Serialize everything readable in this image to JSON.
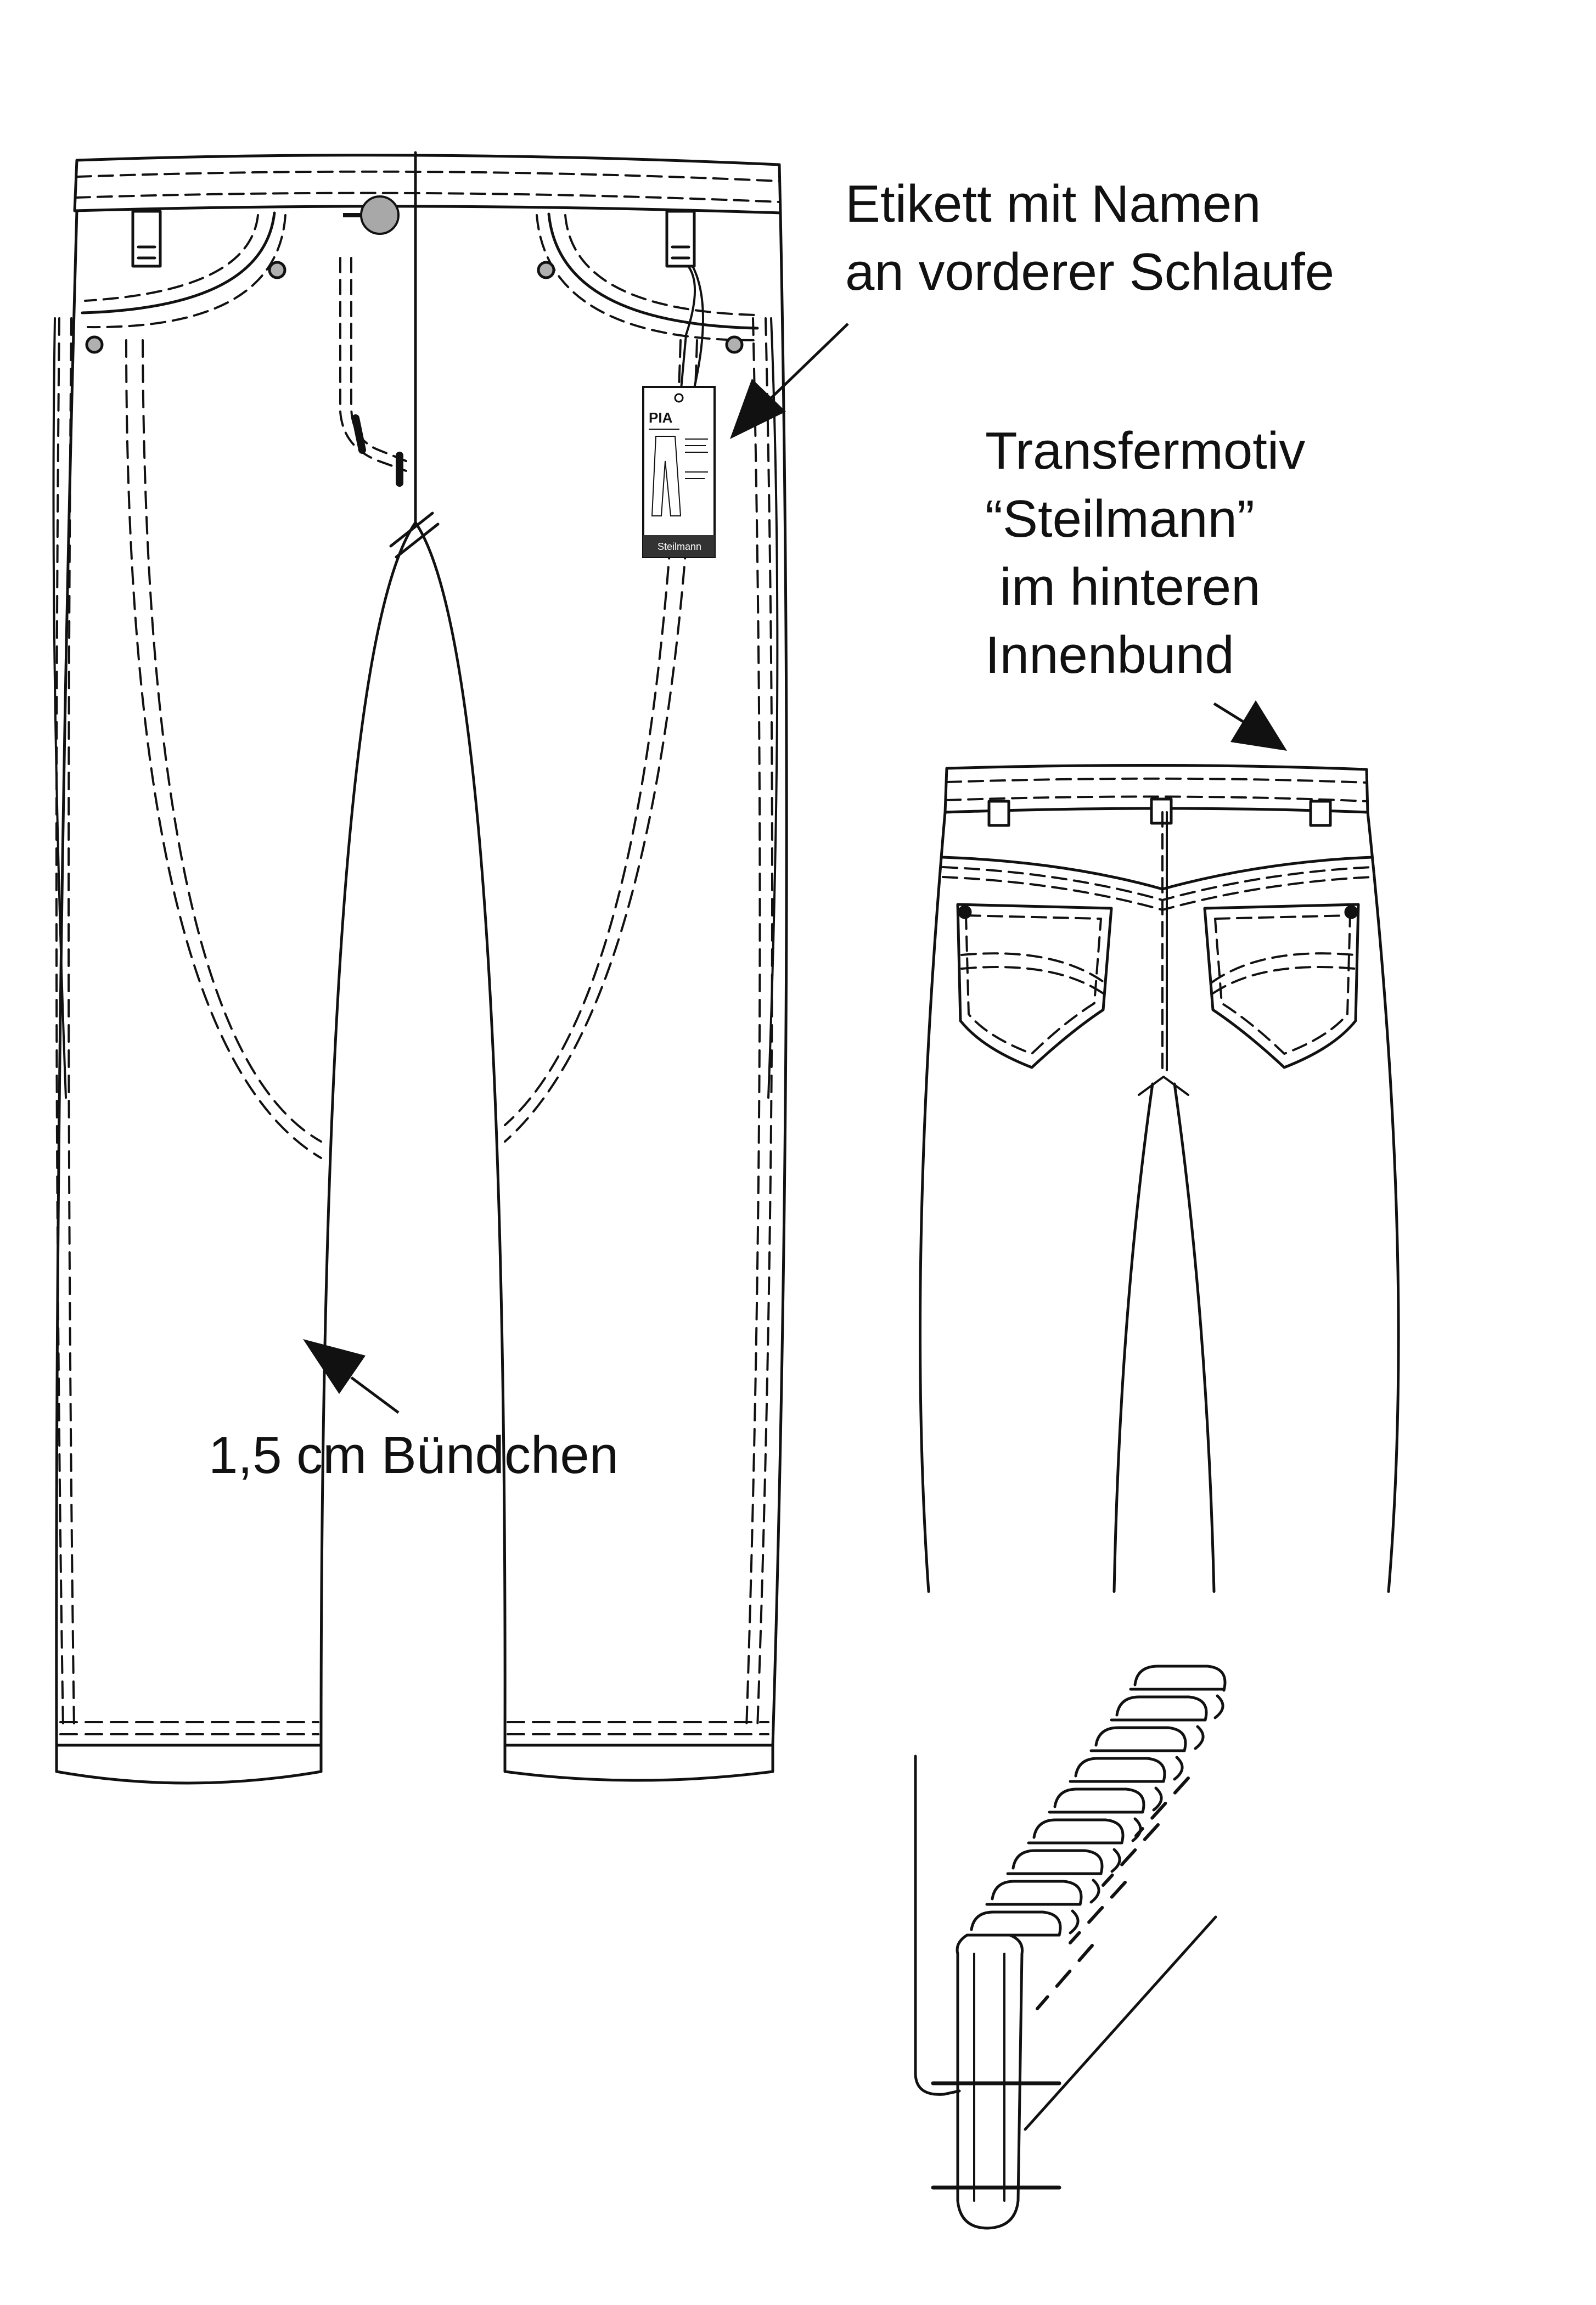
{
  "annotations": {
    "label_note": "Etikett mit Namen\nan vorderer Schlaufe",
    "transfer_note": "Transfermotiv\n“Steilmann”\n im hinteren\nInnenbund",
    "cuff_note": "1,5 cm Bündchen"
  },
  "hang_tag": {
    "title": "PIA",
    "brand": "Steilmann"
  },
  "colors": {
    "ink": "#111111",
    "button": "#a8a8a8",
    "tag_band": "#333333"
  }
}
